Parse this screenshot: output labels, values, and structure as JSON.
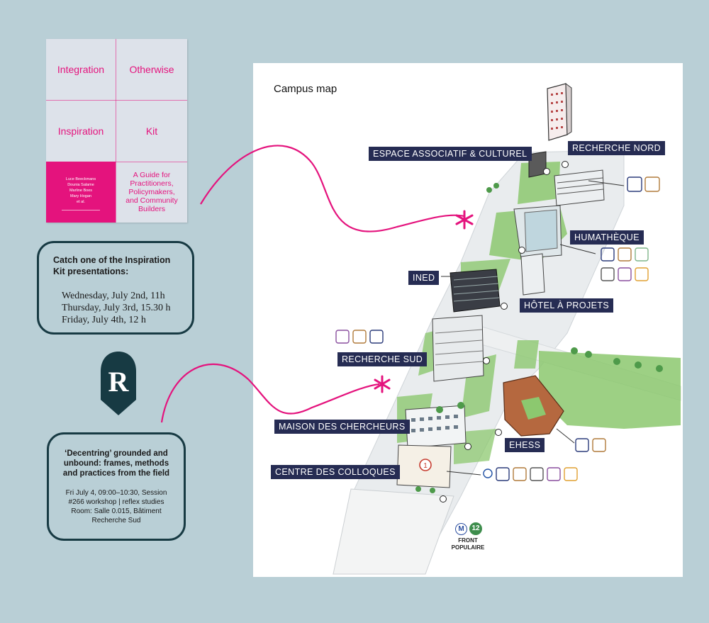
{
  "book": {
    "cells": [
      "Integration",
      "Otherwise",
      "Inspiration",
      "Kit"
    ],
    "authors": [
      "Luce Beeckmans",
      "Dounia Salame",
      "Marline Boes",
      "Mary Hogan",
      "et al."
    ],
    "subtitle": [
      "A Guide for",
      "Practitioners,",
      "Policymakers,",
      "and Community",
      "Builders"
    ]
  },
  "presentations": {
    "heading": [
      "Catch one of the Inspiration",
      "Kit presentations:"
    ],
    "dates": [
      "Wednesday, July 2nd, 11h",
      "Thursday, July 3rd, 15.30 h",
      "Friday, July 4th, 12 h"
    ]
  },
  "logo": {
    "letter": "R"
  },
  "session": {
    "title": [
      "‘Decentring’ grounded and",
      "unbound: frames, methods",
      "and practices from the field"
    ],
    "details": [
      "Fri July 4, 09:00–10:30, Session",
      "#266 workshop | reflex studies",
      "Room: Salle 0.015, Bâtiment",
      "Recherche Sud"
    ]
  },
  "map": {
    "title": "Campus map",
    "buildings": [
      "ESPACE ASSOCIATIF & CULTUREL",
      "RECHERCHE NORD",
      "HUMATHÈQUE",
      "INED",
      "HÔTEL À PROJETS",
      "RECHERCHE SUD",
      "MAISON DES CHERCHEURS",
      "EHESS",
      "CENTRE DES COLLOQUES"
    ],
    "metro": {
      "line_m": "M",
      "line_num": "12",
      "station": [
        "FRONT",
        "POPULAIRE"
      ]
    },
    "colloques_marker": "1"
  },
  "colors": {
    "magenta": "#e4137d",
    "navy": "#262c53",
    "teal": "#173a43",
    "background": "#b9cfd6"
  }
}
